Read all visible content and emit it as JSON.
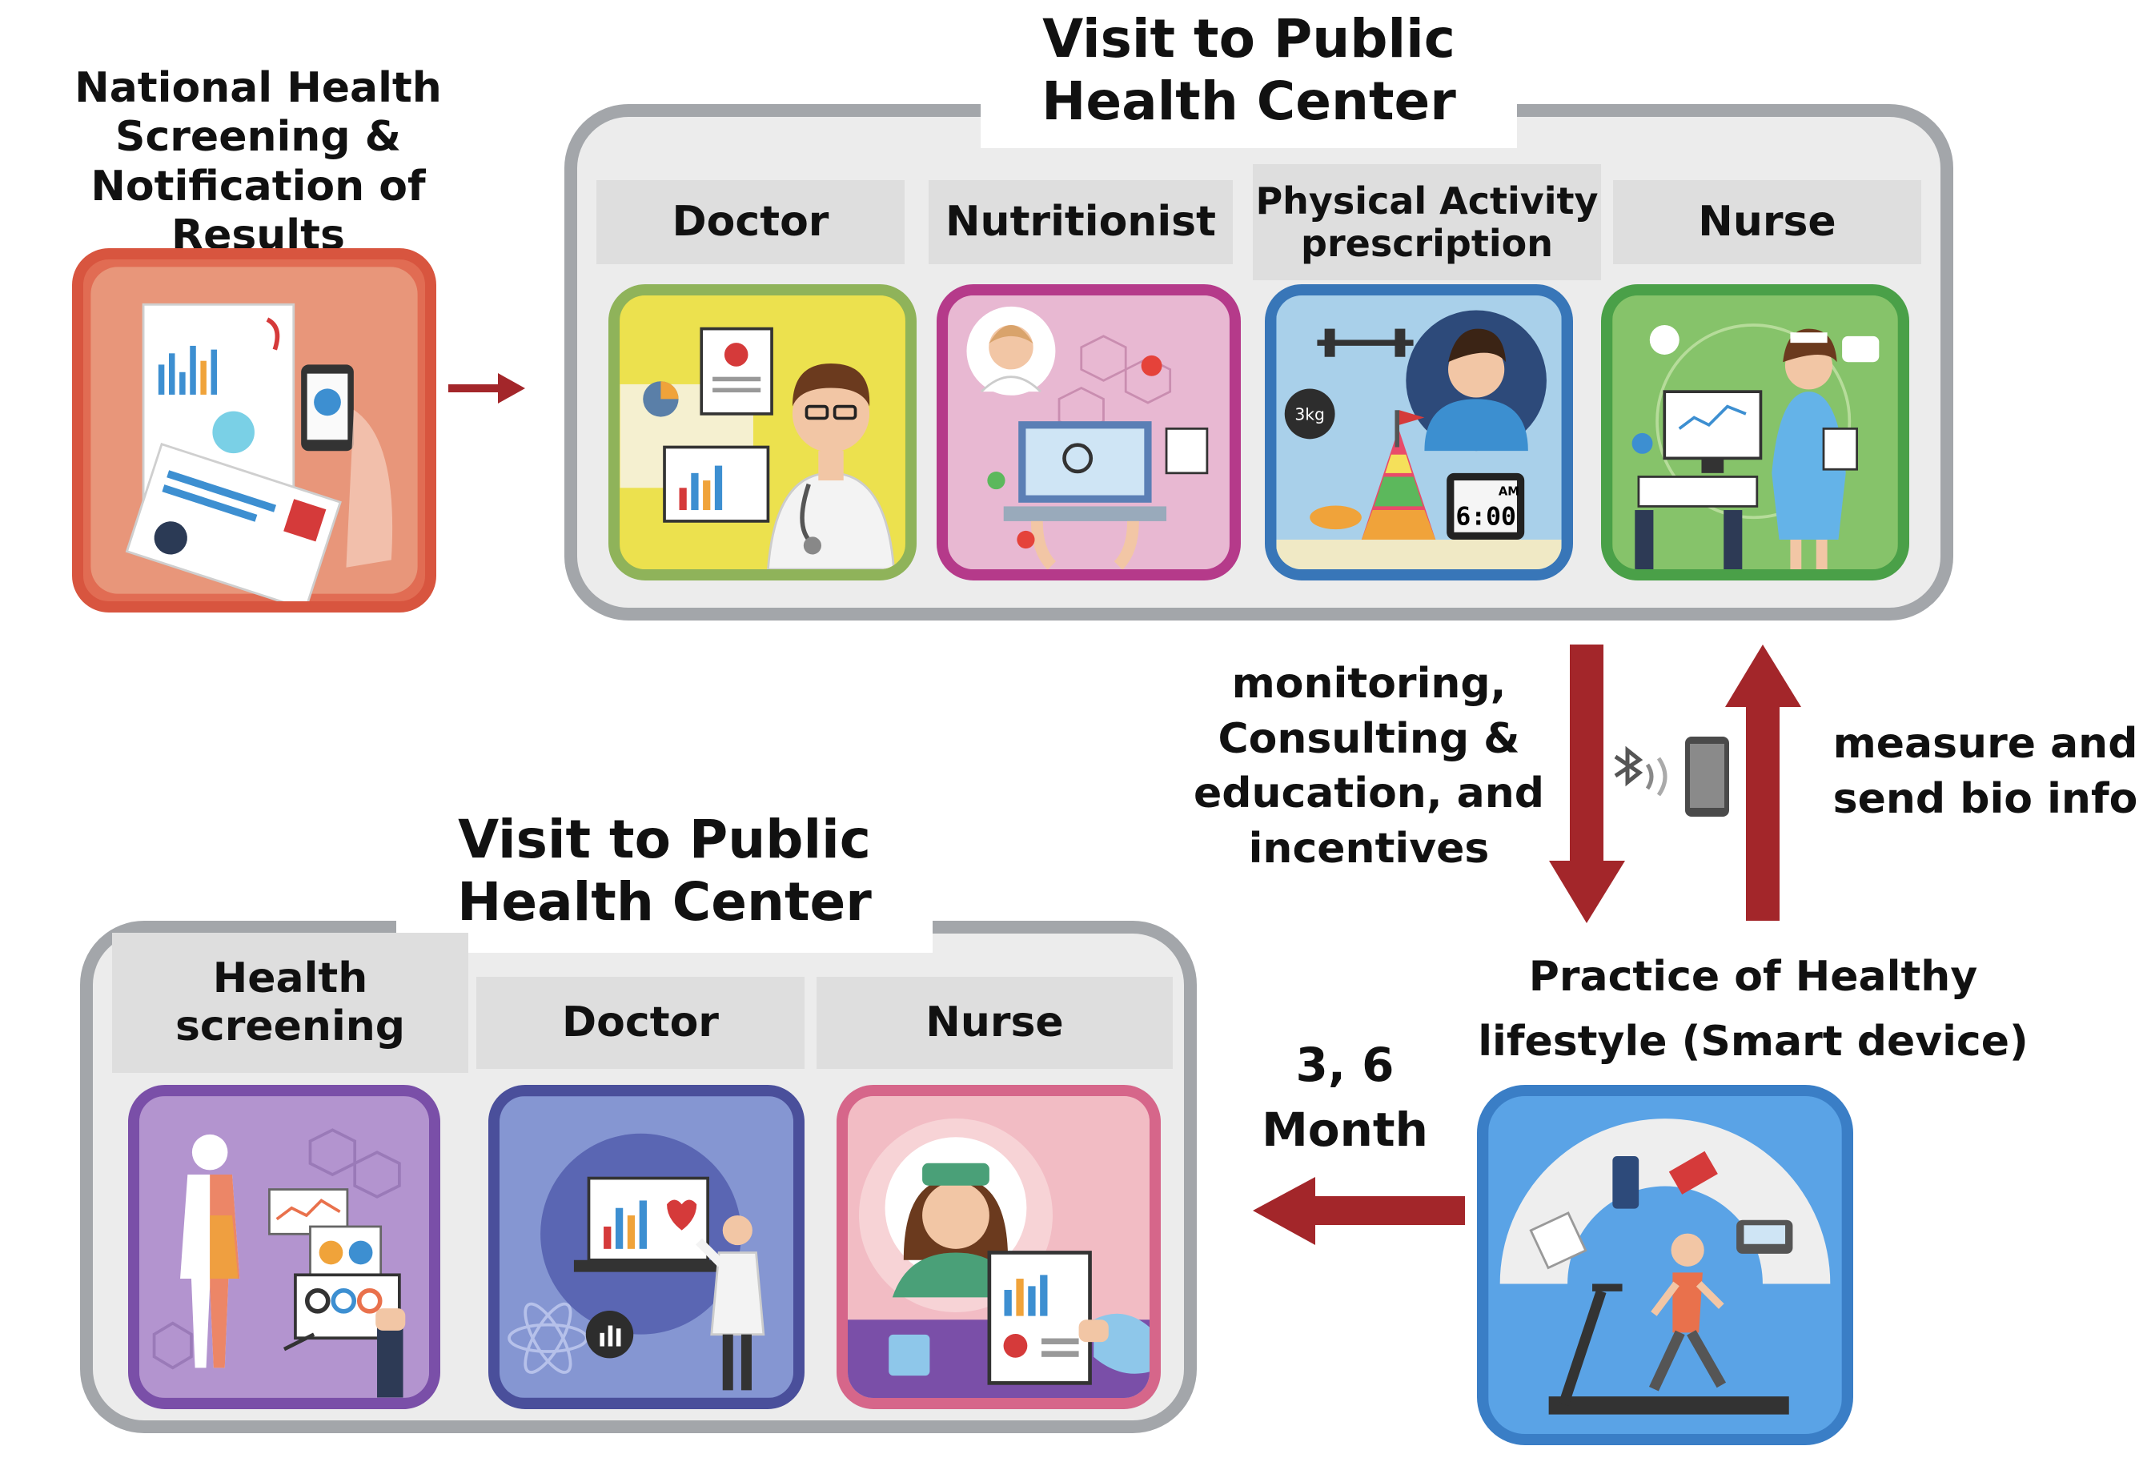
{
  "start": {
    "label_lines": [
      "National Health",
      "Screening &",
      "Notification of Results"
    ]
  },
  "first_visit": {
    "title_lines": [
      "Visit to Public",
      "Health Center"
    ],
    "stations": [
      {
        "label_lines": [
          "Doctor"
        ]
      },
      {
        "label_lines": [
          "Nutritionist"
        ]
      },
      {
        "label_lines": [
          "Physical Activity",
          "prescription"
        ]
      },
      {
        "label_lines": [
          "Nurse"
        ]
      }
    ]
  },
  "down_flow": {
    "label_lines": [
      "monitoring,",
      "Consulting &",
      "education, and",
      "incentives"
    ]
  },
  "up_flow": {
    "label_lines": [
      "measure and",
      "send bio info"
    ]
  },
  "smart_practice": {
    "label_lines": [
      "Practice of Healthy",
      "lifestyle (Smart device)"
    ],
    "clock_text": "6:00",
    "clock_am": "AM",
    "weight_text": "3kg"
  },
  "interval": {
    "label_lines": [
      "3, 6",
      "Month"
    ]
  },
  "second_visit": {
    "title_lines": [
      "Visit to Public",
      "Health Center"
    ],
    "stations": [
      {
        "label_lines": [
          "Health",
          "screening"
        ]
      },
      {
        "label_lines": [
          "Doctor"
        ]
      },
      {
        "label_lines": [
          "Nurse"
        ]
      }
    ]
  },
  "colors": {
    "arrow": "#a3262a",
    "box_border": "#a3a6aa",
    "label_bg": "#dedede"
  }
}
